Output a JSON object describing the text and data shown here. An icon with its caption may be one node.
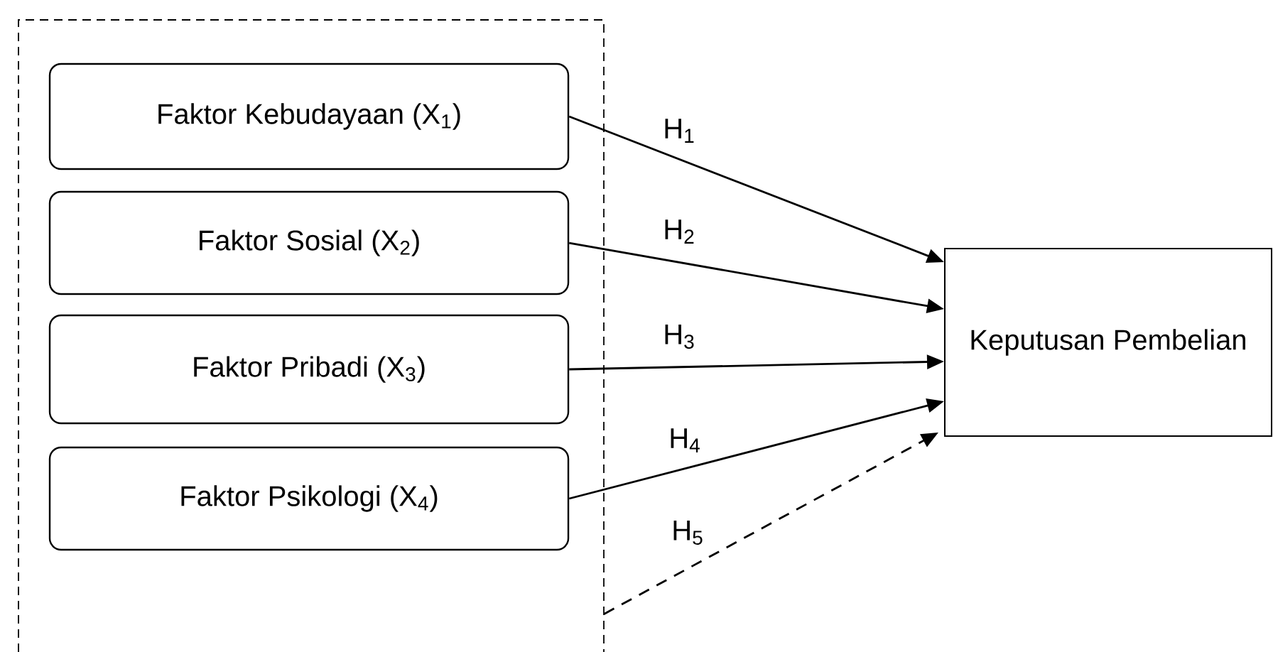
{
  "diagram": {
    "nodes": [
      {
        "text": [],
        "shape": "box"
      },
      {
        "text": [
          "Faktor Kebudayaan (X$_{1}$)"
        ],
        "in": 0
      },
      {
        "text": [
          "Faktor Sosial (X$_{2}$)"
        ],
        "in": 0
      },
      {
        "text": [
          "Faktor Pribadi (X$_{3}$)"
        ],
        "in": 0
      },
      {
        "text": [
          "Faktor Psikologi (X$_{4}$)"
        ],
        "in": 0
      },
      {
        "text": [
          "Keputusan Pembelian"
        ]
      }
    ],
    "edges": [
      {
        "from": 1,
        "to": 5,
        "arrow": "to",
        "label": "H$_{1}$"
      },
      {
        "from": 2,
        "to": 5,
        "arrow": "to",
        "label": "H$_{2}$"
      },
      {
        "from": 3,
        "to": 5,
        "arrow": "to",
        "label": "H$_{3}$"
      },
      {
        "from": 4,
        "to": 5,
        "arrow": "to",
        "label": "H$_{4}$"
      },
      {
        "from": 0,
        "to": 5,
        "arrow": "to",
        "label": "H$_{5}$",
        "style": "dashed"
      }
    ]
  }
}
